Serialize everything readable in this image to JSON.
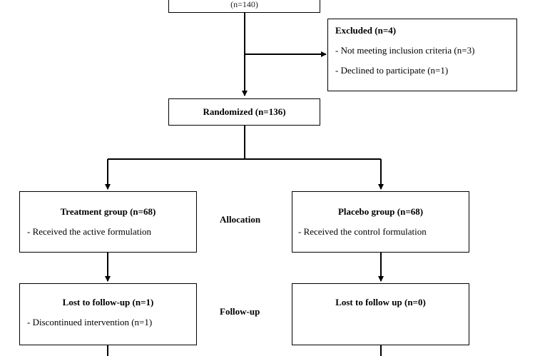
{
  "top_box": {
    "label": "(n=140)"
  },
  "excluded": {
    "title": "Excluded (n=4)",
    "items": [
      "- Not meeting inclusion criteria (n=3)",
      "- Declined to participate (n=1)"
    ]
  },
  "randomized": {
    "title": "Randomized (n=136)"
  },
  "allocation": {
    "stage_label": "Allocation",
    "treatment": {
      "title": "Treatment group (n=68)",
      "detail": "- Received the active formulation"
    },
    "placebo": {
      "title": "Placebo group (n=68)",
      "detail": "- Received the control formulation"
    }
  },
  "followup": {
    "stage_label": "Follow-up",
    "treatment": {
      "title": "Lost to follow-up (n=1)",
      "detail": "- Discontinued intervention (n=1)"
    },
    "placebo": {
      "title": "Lost to follow up (n=0)"
    }
  }
}
